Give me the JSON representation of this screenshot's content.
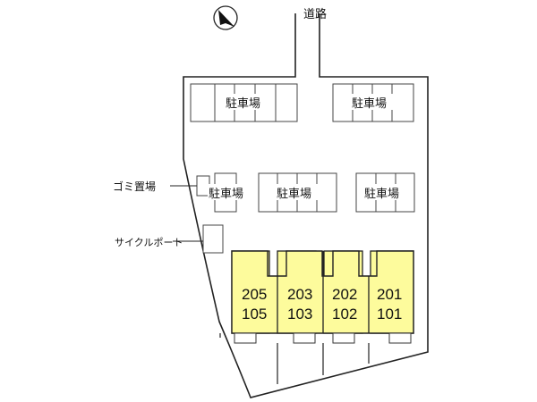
{
  "map": {
    "road_label": "道路",
    "north_arrow": "north-arrow-icon",
    "parking_label": "駐車場",
    "garbage_label": "ゴミ置場",
    "bicycle_label": "サイクルポート",
    "units": [
      {
        "upper": "205",
        "lower": "105"
      },
      {
        "upper": "203",
        "lower": "103"
      },
      {
        "upper": "202",
        "lower": "102"
      },
      {
        "upper": "201",
        "lower": "101"
      }
    ],
    "colors": {
      "building_fill": "#fdfb9c",
      "line": "#222222",
      "background": "#ffffff"
    }
  }
}
